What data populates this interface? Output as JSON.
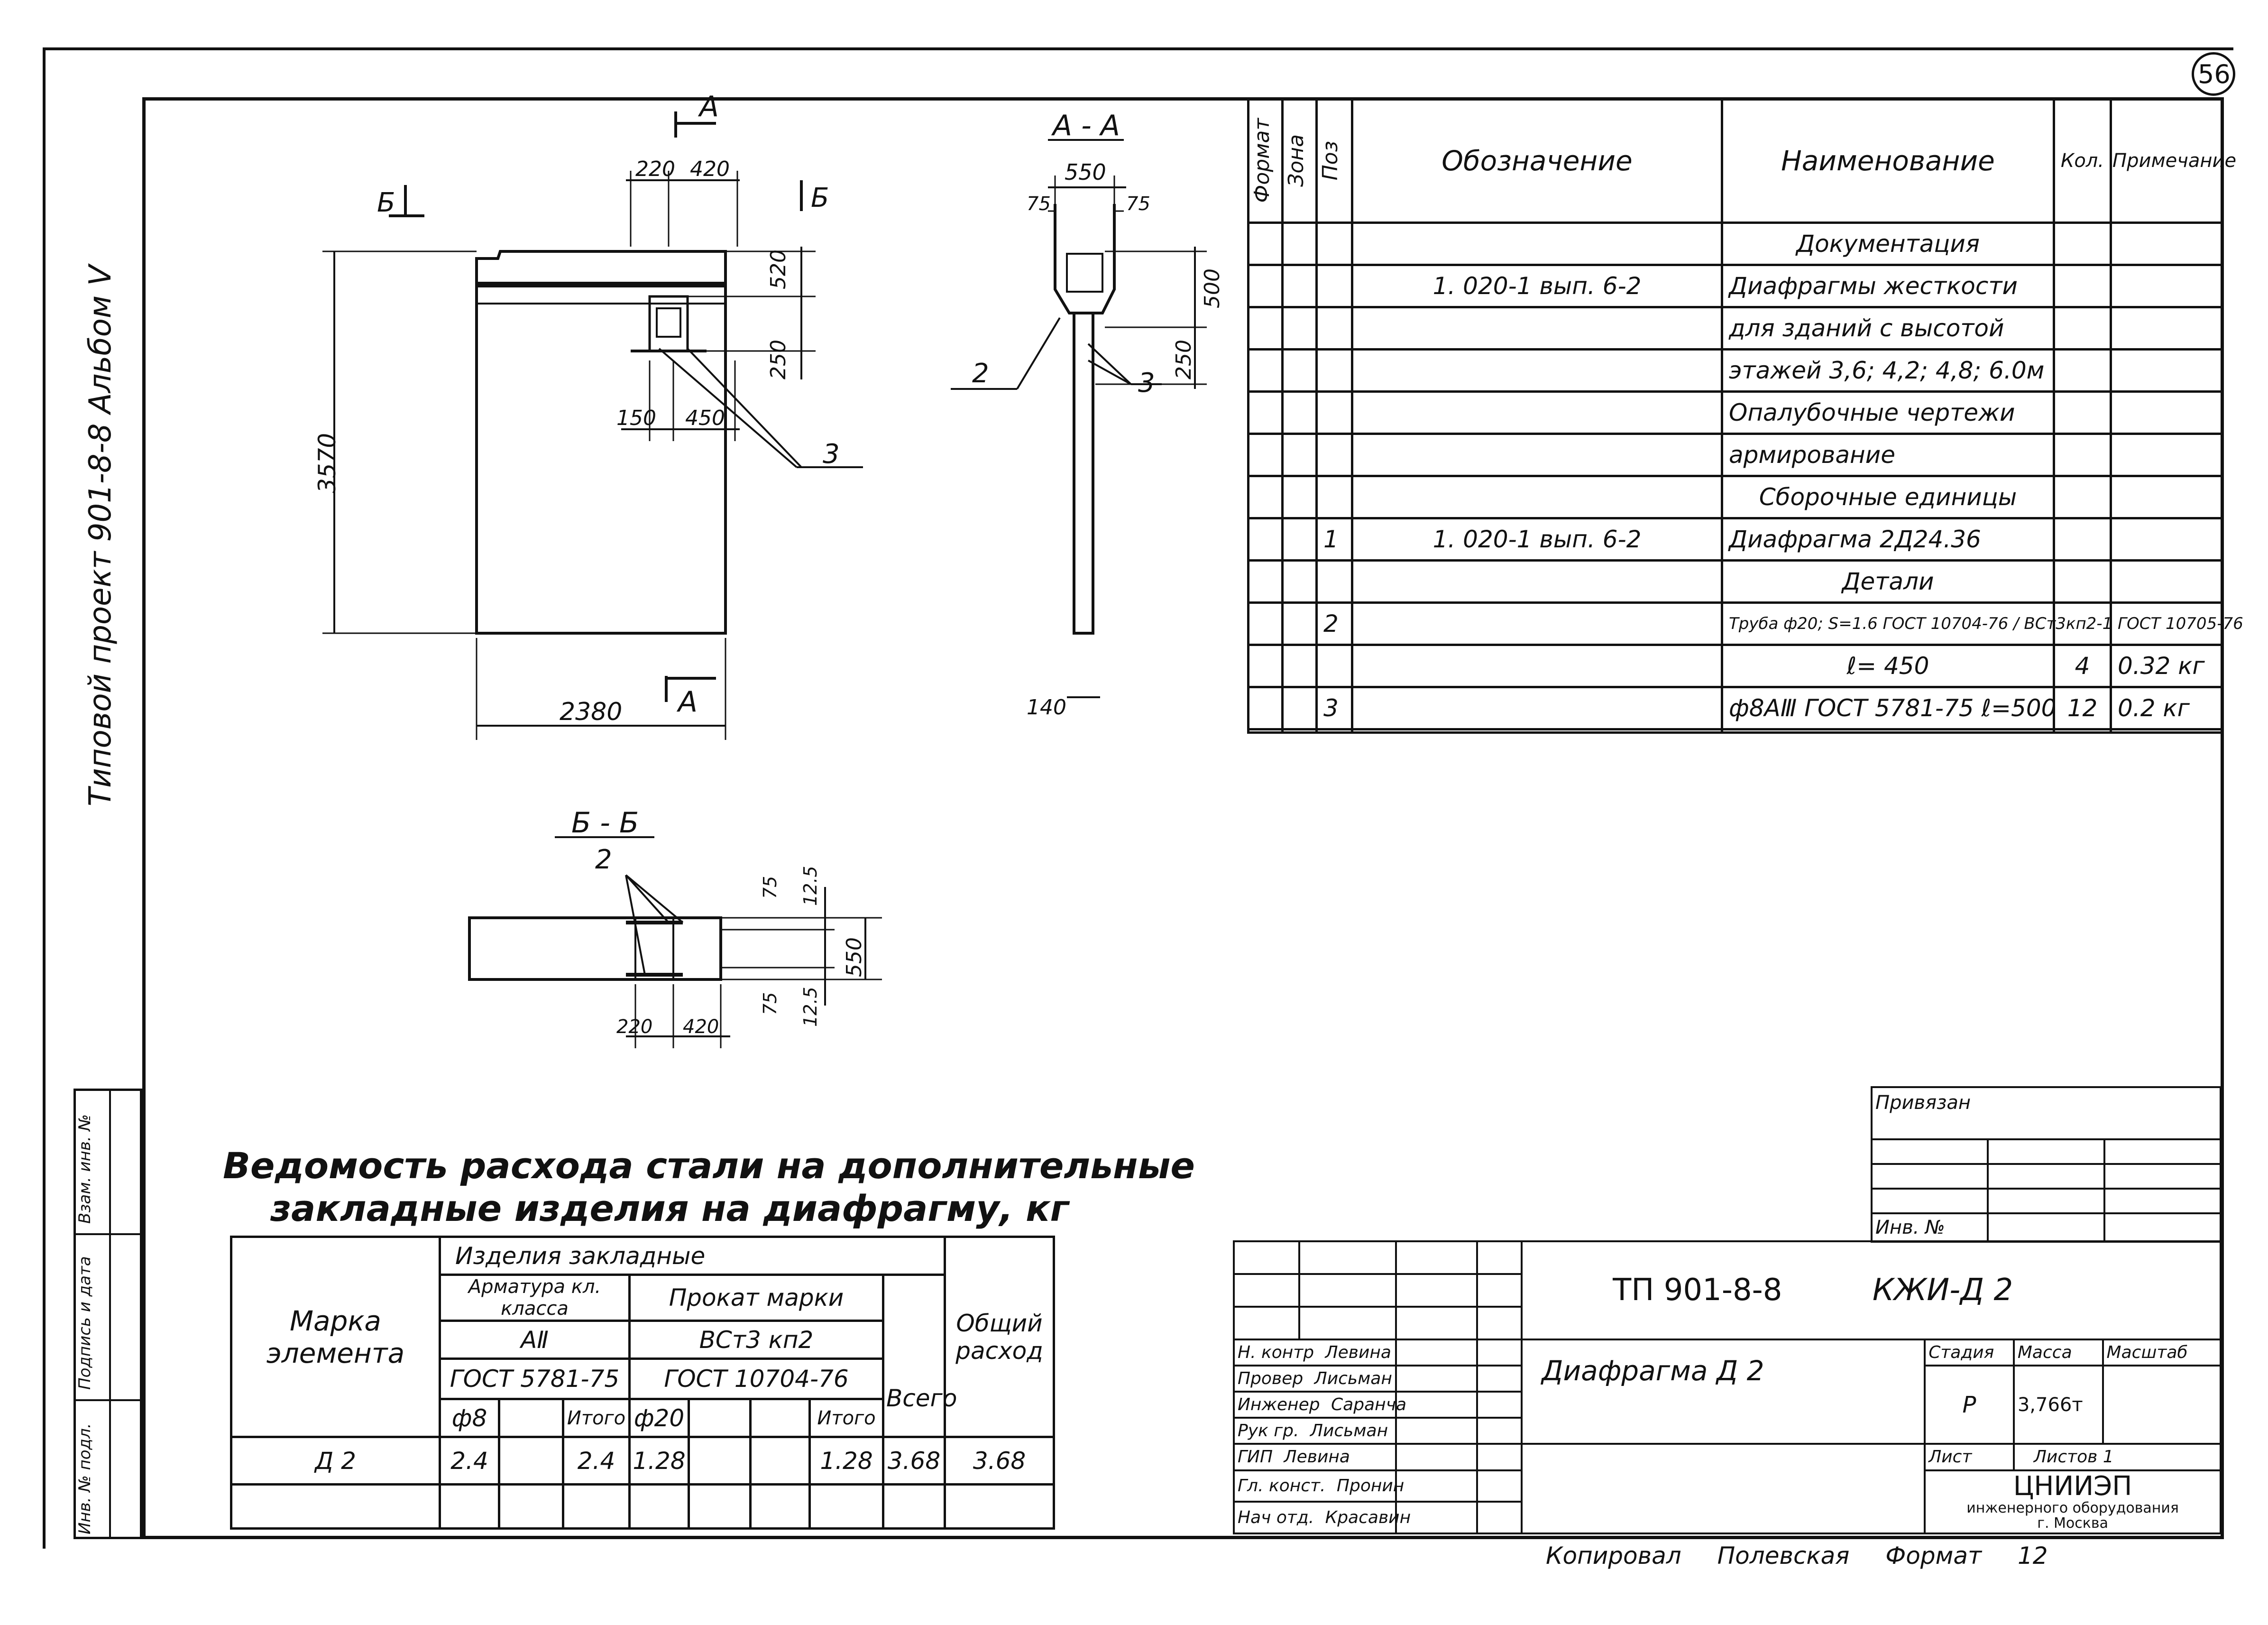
{
  "sheet_number": "56",
  "side_text": "Типовой проект 901-8-8 Альбом V",
  "side_stamp": [
    "Инв. № подл.",
    "Подпись и дата",
    "Взам. инв. №"
  ],
  "section_labels": {
    "a": "А",
    "a_bottom": "А",
    "b_left": "Б",
    "b_right": "Б",
    "a_a": "А - А",
    "b_b": "Б - Б"
  },
  "elevation": {
    "dim_220": "220",
    "dim_420": "420",
    "dim_520": "520",
    "dim_250": "250",
    "dim_150": "150",
    "dim_450": "450",
    "dim_3570": "3570",
    "dim_2380": "2380",
    "callout_3": "3"
  },
  "section_aa": {
    "dim_550": "550",
    "dim_75l": "75",
    "dim_75r": "75",
    "dim_500": "500",
    "dim_250": "250",
    "dim_140": "140",
    "callout_2": "2",
    "callout_3": "3"
  },
  "section_bb": {
    "callout_2": "2",
    "dim_75a": "75",
    "dim_125a": "12.5",
    "dim_550": "550",
    "dim_75b": "75",
    "dim_125b": "12.5",
    "dim_220": "220",
    "dim_420": "420"
  },
  "spec": {
    "headers": {
      "format": "Формат",
      "zone": "Зона",
      "pos": "Поз",
      "designation": "Обозначение",
      "name": "Наименование",
      "qty": "Кол.",
      "note": "Примечание"
    },
    "rows": [
      {
        "pos": "",
        "designation": "",
        "name": "Документация",
        "qty": "",
        "note": ""
      },
      {
        "pos": "",
        "designation": "1. 020-1 вып. 6-2",
        "name": "Диафрагмы жесткости",
        "qty": "",
        "note": ""
      },
      {
        "pos": "",
        "designation": "",
        "name": "для зданий с высотой",
        "qty": "",
        "note": ""
      },
      {
        "pos": "",
        "designation": "",
        "name": "этажей 3,6; 4,2; 4,8; 6.0м",
        "qty": "",
        "note": ""
      },
      {
        "pos": "",
        "designation": "",
        "name": "Опалубочные чертежи",
        "qty": "",
        "note": ""
      },
      {
        "pos": "",
        "designation": "",
        "name": "армирование",
        "qty": "",
        "note": ""
      },
      {
        "pos": "",
        "designation": "",
        "name": "Сборочные единицы",
        "qty": "",
        "note": ""
      },
      {
        "pos": "1",
        "designation": "1. 020-1 вып. 6-2",
        "name": "Диафрагма 2Д24.36",
        "qty": "",
        "note": ""
      },
      {
        "pos": "",
        "designation": "",
        "name": "Детали",
        "qty": "",
        "note": ""
      },
      {
        "pos": "2",
        "designation": "",
        "name": "Труба ф20; S=1.6 ГОСТ 10704-76 / ВСт3кп2-1 ГОСТ 10705-76",
        "qty": "",
        "note": ""
      },
      {
        "pos": "",
        "designation": "",
        "name": "ℓ= 450",
        "qty": "4",
        "note": "0.32 кг"
      },
      {
        "pos": "3",
        "designation": "",
        "name": "ф8АⅢ ГОСТ 5781-75 ℓ=500",
        "qty": "12",
        "note": "0.2 кг"
      }
    ]
  },
  "steel_title": [
    "Ведомость расхода стали на дополнительные",
    "закладные изделия на диафрагму, кг"
  ],
  "steel": {
    "mark_header": "Марка элемента",
    "items_header": "Изделия закладные",
    "rebar_header": "Арматура кл. класса",
    "rebar_class": "АⅡ",
    "rebar_gost": "ГОСТ 5781-75",
    "rolled_header": "Прокат марки",
    "rolled_grade": "ВСт3 кп2",
    "rolled_gost": "ГОСТ 10704-76",
    "total_header": "Всего",
    "sum_header": "Общий расход",
    "phi8": "ф8",
    "itogo1": "Итого",
    "phi20": "ф20",
    "itogo2": "Итого",
    "row": {
      "mark": "Д 2",
      "phi8": "2.4",
      "itogo1": "2.4",
      "phi20": "1.28",
      "itogo2": "1.28",
      "total": "3.68",
      "sum": "3.68"
    }
  },
  "privyazan": {
    "label": "Привязан",
    "inv": "Инв. №"
  },
  "title_block": {
    "code": "ТП 901-8-8",
    "suffix": "КЖИ-Д 2",
    "drawing_name": "Диафрагма Д 2",
    "stage_header": "Стадия",
    "mass_header": "Масса",
    "scale_header": "Масштаб",
    "stage": "Р",
    "mass": "3,766т",
    "sheet_label": "Лист",
    "sheets_label": "Листов 1",
    "org": "ЦНИИЭП",
    "org_sub": "инженерного оборудования",
    "city": "г. Москва",
    "roles": [
      {
        "role": "Н. контр",
        "name": "Левина"
      },
      {
        "role": "Провер",
        "name": "Лисьман"
      },
      {
        "role": "Инженер",
        "name": "Саранча"
      },
      {
        "role": "Рук гр.",
        "name": "Лисьман"
      },
      {
        "role": "ГИП",
        "name": "Левина"
      },
      {
        "role": "Гл. конст.",
        "name": "Пронин"
      },
      {
        "role": "Нач отд.",
        "name": "Красавин"
      }
    ]
  },
  "footer": "Копировал Полевская Формат 12"
}
